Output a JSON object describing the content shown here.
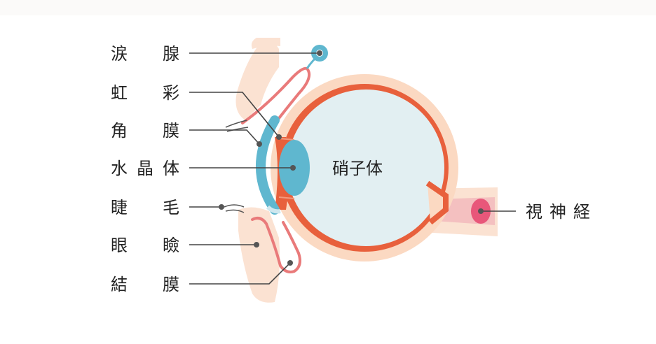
{
  "diagram": {
    "labels": {
      "lacrimal_gland": [
        "涙",
        "腺"
      ],
      "iris": [
        "虹",
        "彩"
      ],
      "cornea": [
        "角",
        "膜"
      ],
      "lens": [
        "水",
        "晶",
        "体"
      ],
      "eyelash": [
        "睫",
        "毛"
      ],
      "eyelid": [
        "眼",
        "瞼"
      ],
      "conjunctiva": [
        "結",
        "膜"
      ],
      "optic_nerve": [
        "視",
        "神",
        "経"
      ],
      "vitreous_body": "硝子体"
    },
    "colors": {
      "skin": "#fbe2d2",
      "sclera_outer": "#fbd9c2",
      "choroid": "#e8603c",
      "vitreous": "#e2eff2",
      "cornea_lens": "#5fb7cf",
      "conjunctiva": "#e97a7a",
      "leader": "#444444"
    }
  }
}
